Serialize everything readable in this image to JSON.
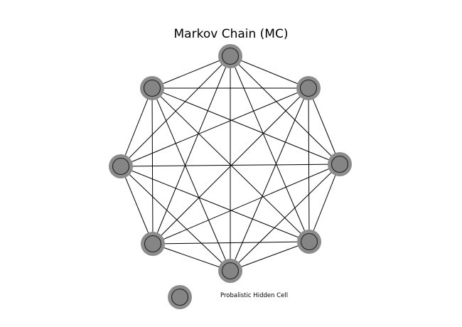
{
  "title": "Markov Chain (MC)",
  "legend": {
    "label": "Probalistic Hidden Cell"
  },
  "graph": {
    "node_count": 8,
    "fully_connected": true
  },
  "colors": {
    "node_fill": "#858585",
    "node_halo": "#8c8c8c",
    "edge": "#000000"
  }
}
